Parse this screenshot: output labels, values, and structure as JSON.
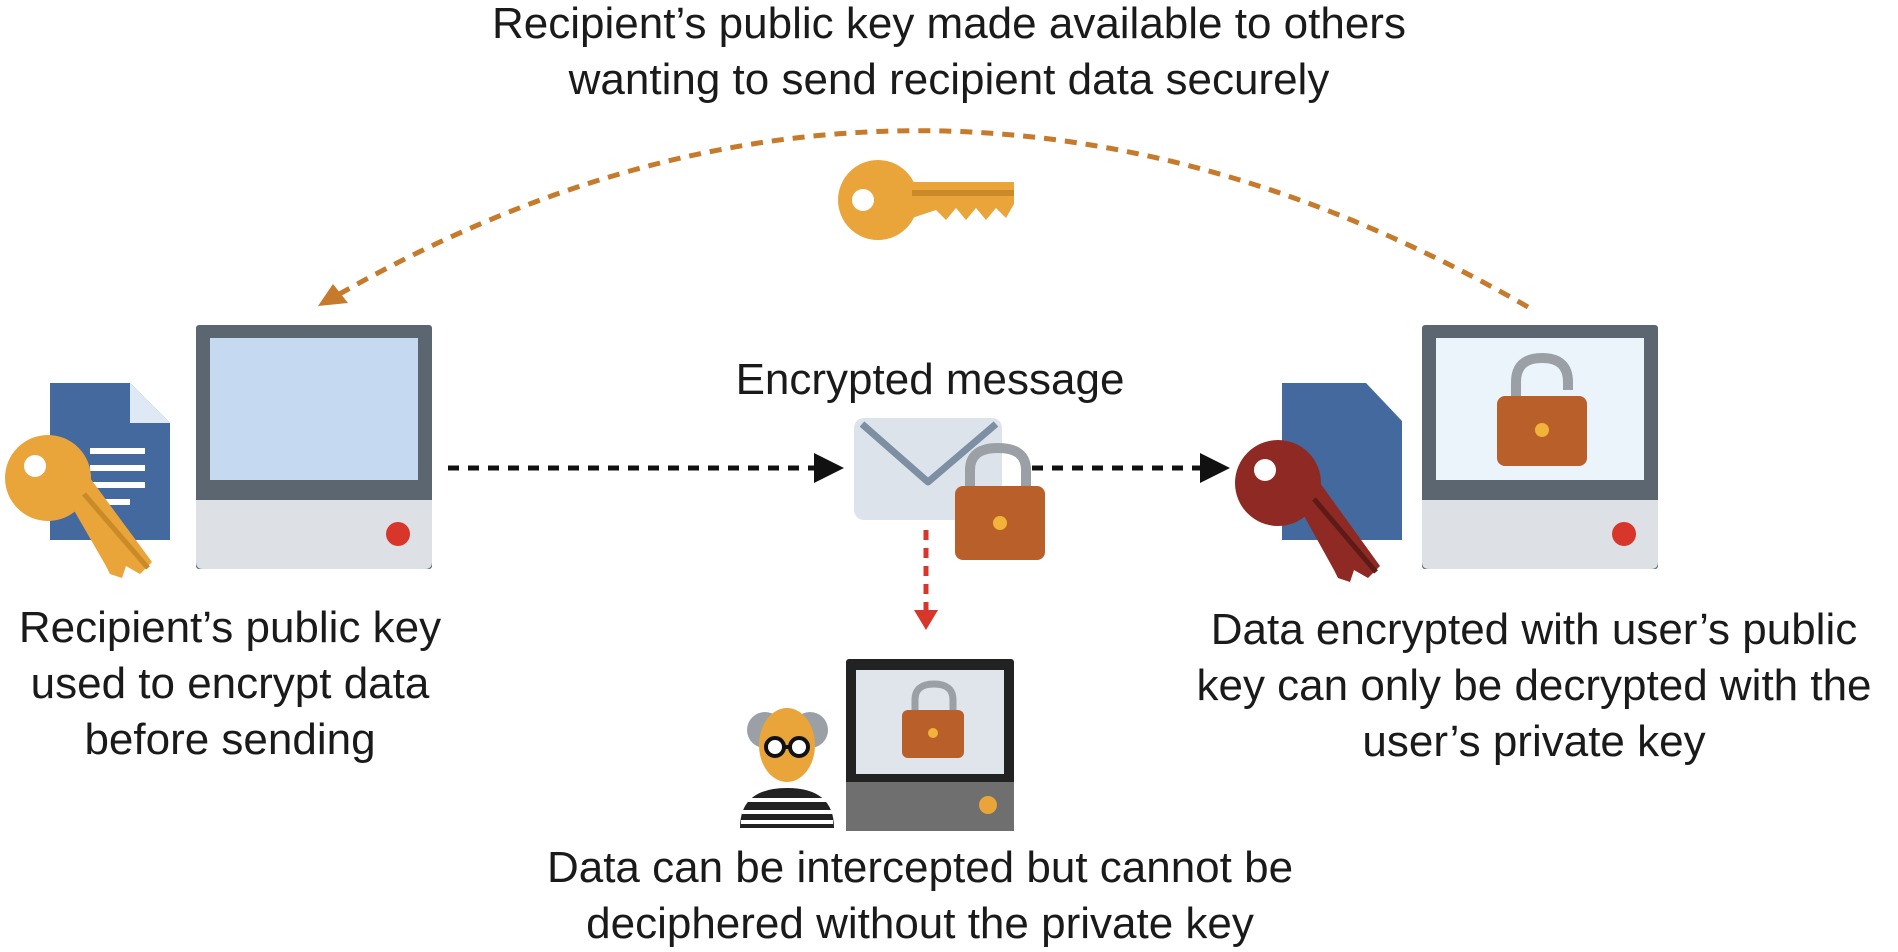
{
  "captions": {
    "top": [
      "Recipient’s public key made available to others",
      "wanting to send recipient data securely"
    ],
    "middle": [
      "Encrypted message"
    ],
    "left": [
      "Recipient’s public key",
      "used to encrypt data",
      "before sending"
    ],
    "right": [
      "Data encrypted with user’s public",
      "key can only be decrypted with the",
      "user’s private key"
    ],
    "bottom": [
      "Data can be intercepted but cannot be",
      "deciphered without the private key"
    ]
  },
  "icons": {
    "left": [
      "document-icon",
      "public-key-icon",
      "computer-icon"
    ],
    "center": [
      "envelope-icon",
      "padlock-icon"
    ],
    "top": [
      "public-key-icon"
    ],
    "right": [
      "document-icon",
      "private-key-icon",
      "computer-icon",
      "unlocked-padlock-icon"
    ],
    "bottom": [
      "hacker-icon",
      "computer-icon",
      "padlock-icon"
    ]
  },
  "colors": {
    "public_key": "#e9a43a",
    "private_key": "#8e2a23",
    "padlock": "#b85f2a",
    "document": "#44699f",
    "screen_light": "#c5daf0",
    "monitor_frame": "#5b6670",
    "flow_arrow": "#111111",
    "intercept_arrow": "#d8352b",
    "key_sharing_arrow": "#c57a2c"
  }
}
